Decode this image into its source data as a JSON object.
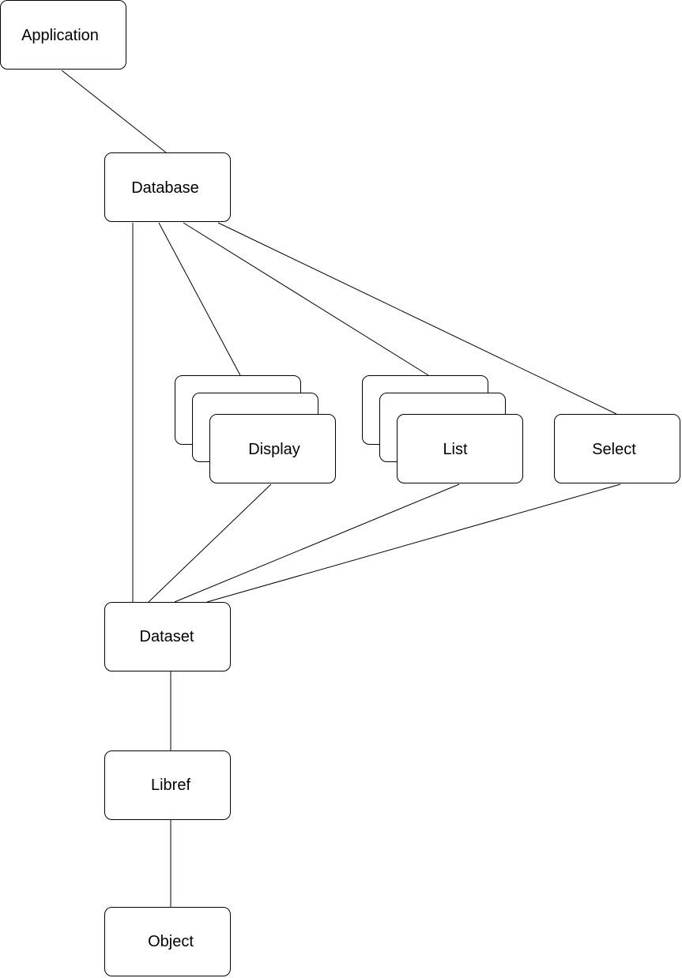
{
  "diagram": {
    "type": "hierarchy",
    "nodes": {
      "application": {
        "label": "Application"
      },
      "database": {
        "label": "Database"
      },
      "display": {
        "label": "Display",
        "stacked": true
      },
      "list": {
        "label": "List",
        "stacked": true
      },
      "select": {
        "label": "Select"
      },
      "dataset": {
        "label": "Dataset"
      },
      "libref": {
        "label": "Libref"
      },
      "object": {
        "label": "Object"
      }
    },
    "edges": [
      {
        "from": "Application",
        "to": "Database"
      },
      {
        "from": "Database",
        "to": "Display"
      },
      {
        "from": "Database",
        "to": "List"
      },
      {
        "from": "Database",
        "to": "Select"
      },
      {
        "from": "Database",
        "to": "Dataset"
      },
      {
        "from": "Display",
        "to": "Dataset"
      },
      {
        "from": "List",
        "to": "Dataset"
      },
      {
        "from": "Select",
        "to": "Dataset"
      },
      {
        "from": "Dataset",
        "to": "Libref"
      },
      {
        "from": "Libref",
        "to": "Object"
      }
    ],
    "colors": {
      "stroke": "#000000",
      "fill": "#ffffff",
      "text": "#000000"
    }
  }
}
